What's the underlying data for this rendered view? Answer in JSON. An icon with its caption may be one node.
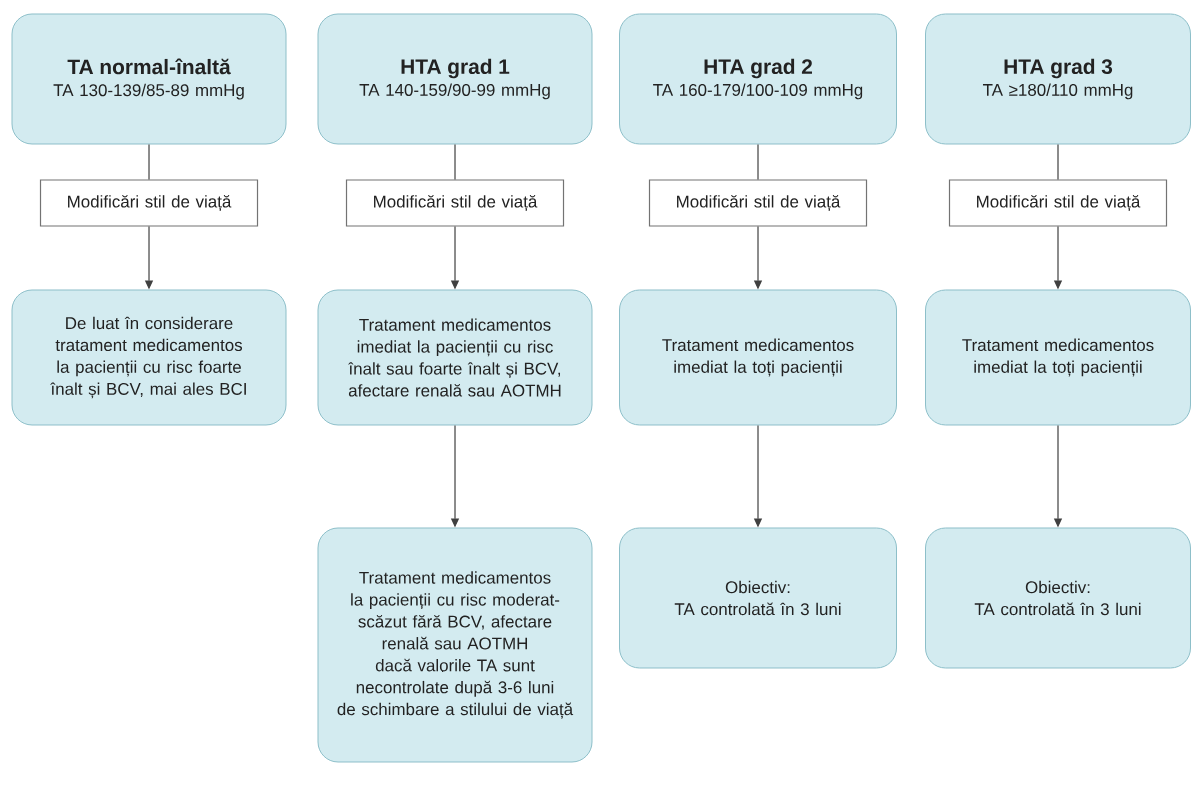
{
  "diagram": {
    "nodes": [
      {
        "text": [
          "TA normal-înaltă",
          "TA 130-139/85-89 mmHg"
        ]
      },
      {
        "text": [
          "HTA grad 1",
          "TA 140-159/90-99 mmHg"
        ]
      },
      {
        "text": [
          "HTA grad 2",
          "TA 160-179/100-109 mmHg"
        ]
      },
      {
        "text": [
          "HTA grad 3",
          "TA ≥180/110 mmHg"
        ]
      },
      {
        "text": [
          "Modificări stil de viață"
        ]
      },
      {
        "text": [
          "Modificări stil de viață"
        ]
      },
      {
        "text": [
          "Modificări stil de viață"
        ]
      },
      {
        "text": [
          "Modificări stil de viață"
        ]
      },
      {
        "text": [
          "De luat în considerare tratament medicamentos la pacienții cu risc foarte înalt și BCV, mai ales BCI"
        ]
      },
      {
        "text": [
          "Tratament medicamentos imediat la pacienții cu risc înalt sau foarte înalt și BCV, afectare renală sau AOTMH"
        ]
      },
      {
        "text": [
          "Tratament medicamentos imediat la toți pacienții"
        ]
      },
      {
        "text": [
          "Tratament medicamentos imediat la toți pacienții"
        ]
      },
      {
        "text": [
          "Tratament medicamentos la pacienții cu risc moderat-scăzut fără BCV, afectare renală sau AOTMH dacă valorile TA sunt necontrolate după 3-6 luni de schimbare a stilului de viață"
        ]
      },
      {
        "text": [
          "Obiectiv:",
          "TA controlată în 3 luni"
        ]
      },
      {
        "text": [
          "Obiectiv:",
          "TA controlată în 3 luni"
        ]
      }
    ],
    "edges": [
      {
        "from": 0,
        "to": 4,
        "arrow": "none"
      },
      {
        "from": 1,
        "to": 5,
        "arrow": "none"
      },
      {
        "from": 2,
        "to": 6,
        "arrow": "none"
      },
      {
        "from": 3,
        "to": 7,
        "arrow": "none"
      },
      {
        "from": 4,
        "to": 8,
        "arrow": "to"
      },
      {
        "from": 5,
        "to": 9,
        "arrow": "to"
      },
      {
        "from": 6,
        "to": 10,
        "arrow": "to"
      },
      {
        "from": 7,
        "to": 11,
        "arrow": "to"
      },
      {
        "from": 9,
        "to": 12,
        "arrow": "to"
      },
      {
        "from": 10,
        "to": 13,
        "arrow": "to"
      },
      {
        "from": 11,
        "to": 14,
        "arrow": "to"
      }
    ]
  }
}
